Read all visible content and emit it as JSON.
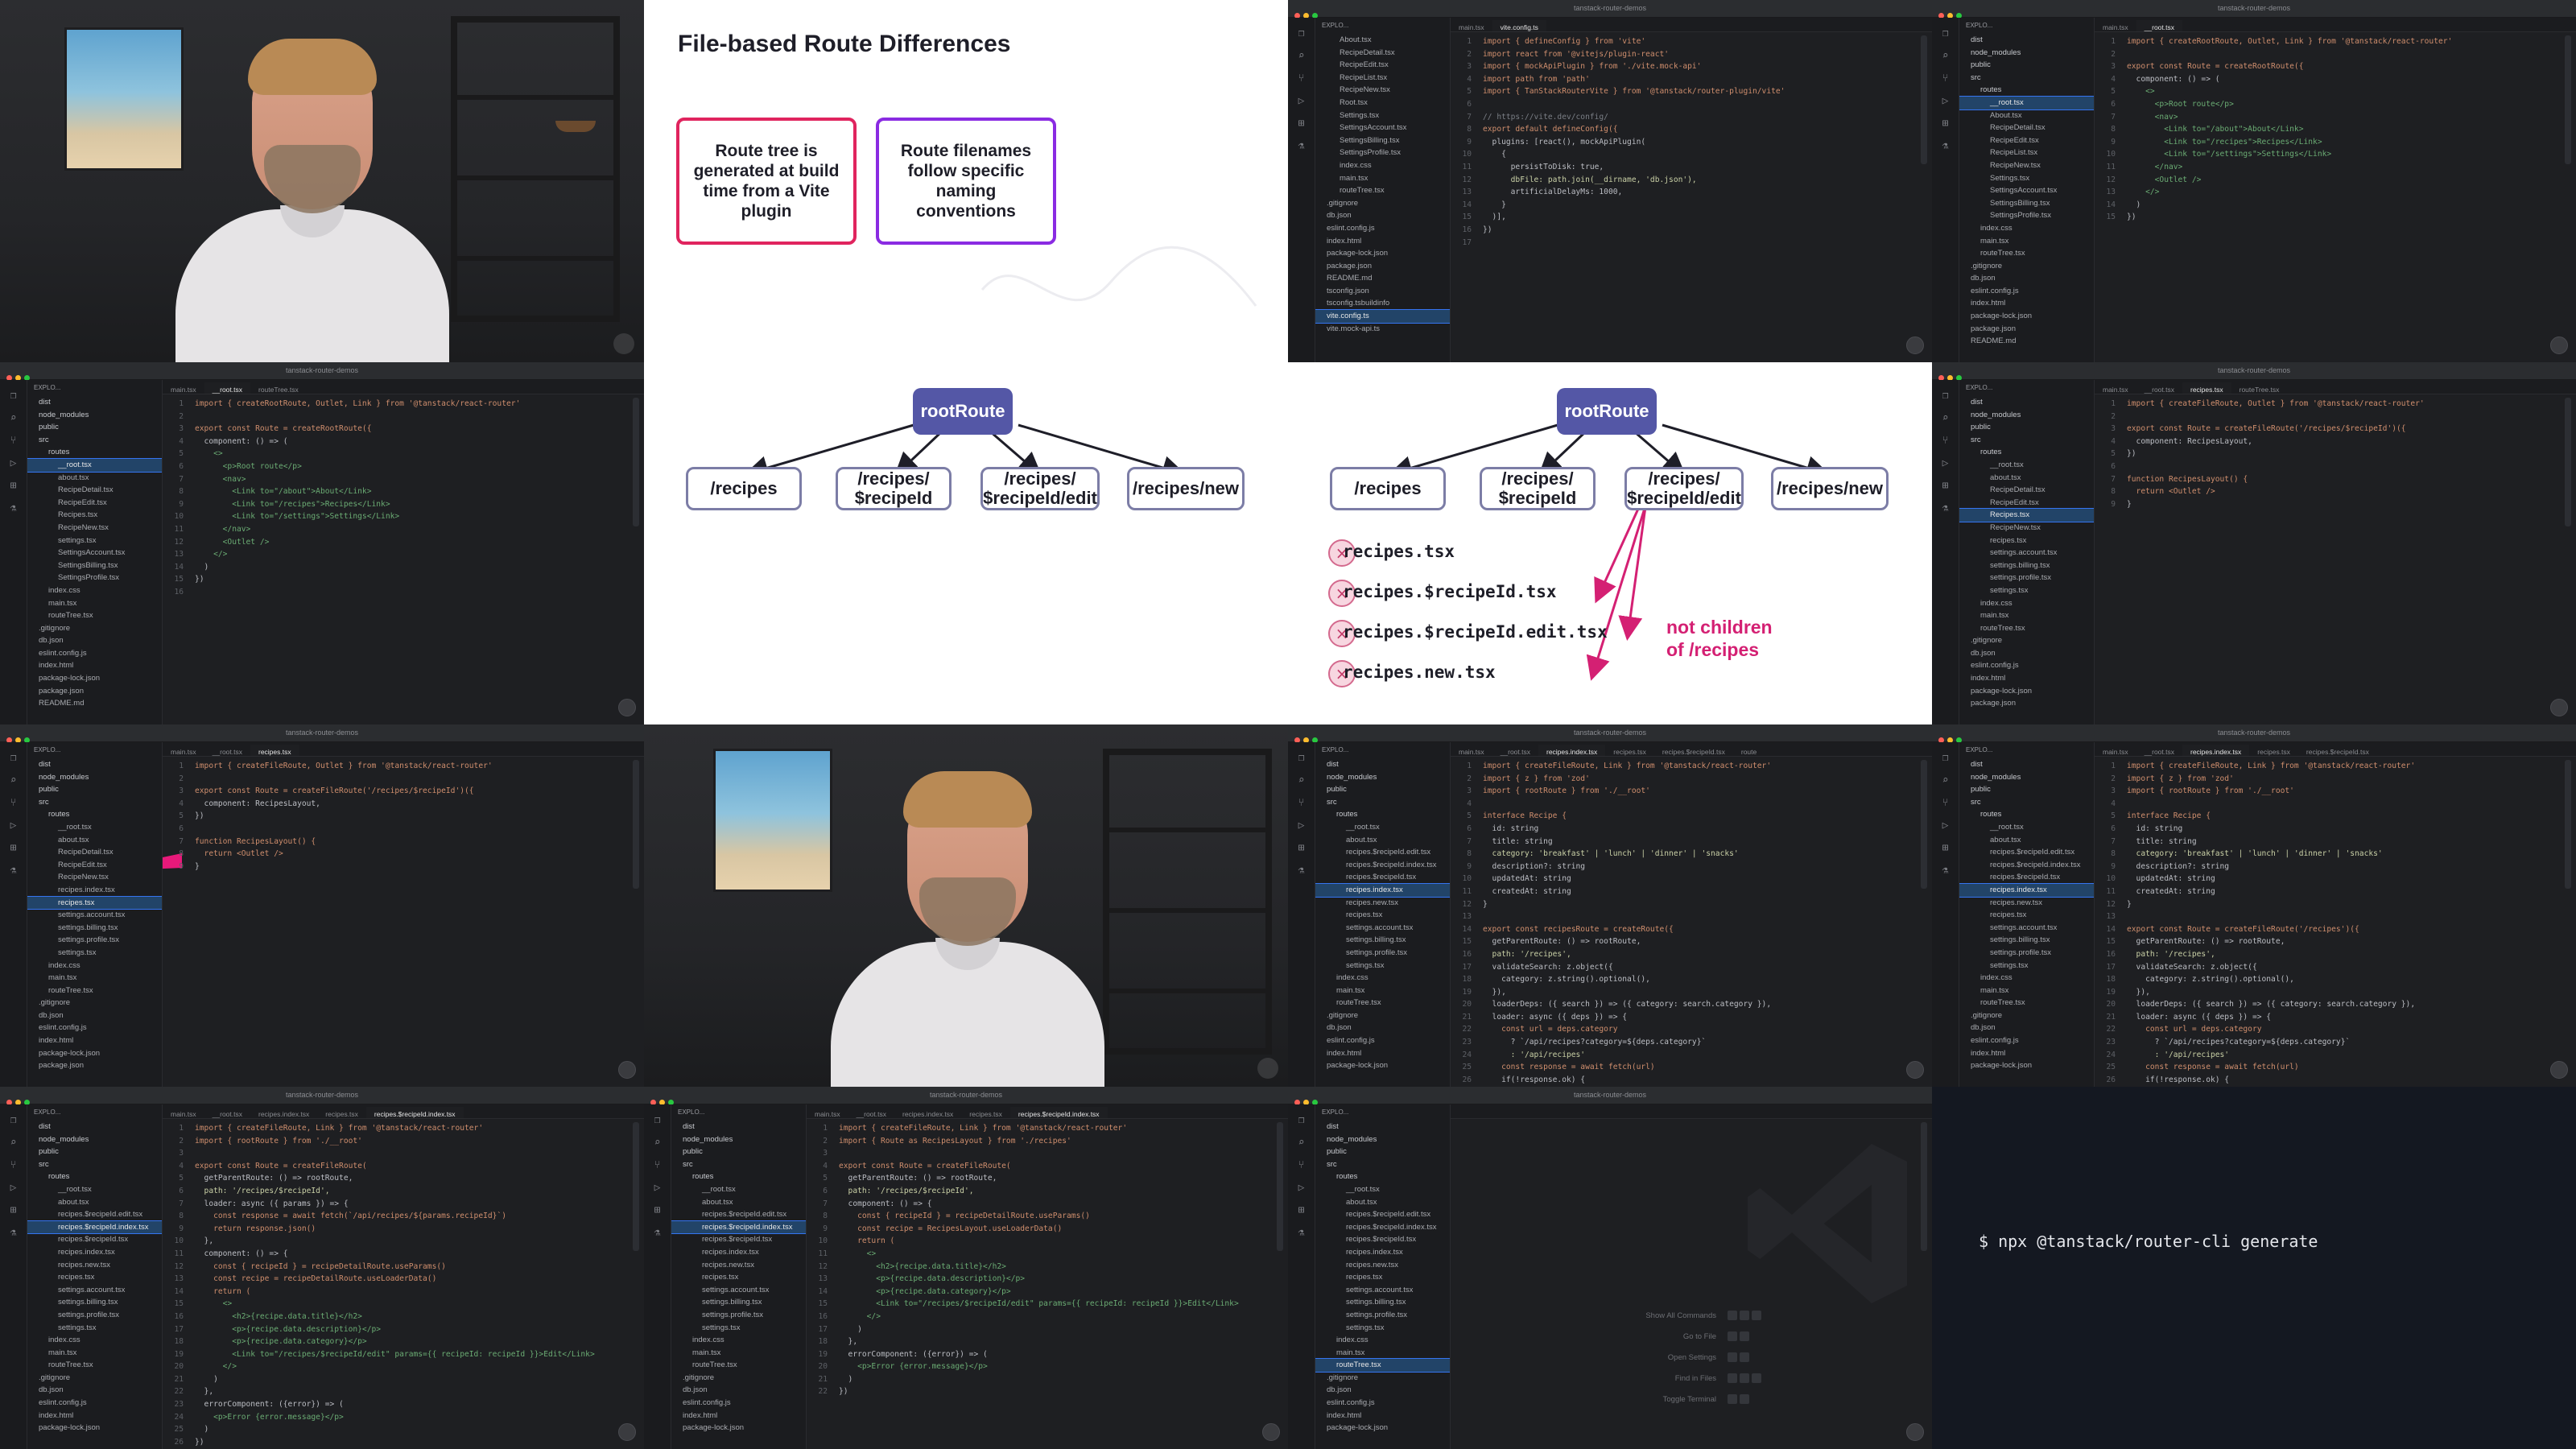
{
  "project": "tanstack-router-demos",
  "slide_title": "File-based Route Differences",
  "slide_boxes": [
    "Route tree is generated at build time from a Vite plugin",
    "Route filenames follow specific naming conventions"
  ],
  "tree_nodes": {
    "root": "rootRoute",
    "children": [
      "/recipes",
      "/recipes/\n$recipeId",
      "/recipes/\n$recipeId/edit",
      "/recipes/new"
    ]
  },
  "file_list": [
    "recipes.tsx",
    "recipes.$recipeId.tsx",
    "recipes.$recipeId.edit.tsx",
    "recipes.new.tsx"
  ],
  "file_list_marker": "×",
  "file_note": "not children\nof /recipes",
  "terminal": {
    "command": "$ npx @tanstack/router-cli generate"
  },
  "welcome_hints": [
    "Show All Commands",
    "Go to File",
    "Open Settings",
    "Find in Files",
    "Toggle Terminal"
  ],
  "sidebar_header": "EXPLO...",
  "colors": {
    "accent_pink": "#d42073",
    "root_node": "#5457a6",
    "editor_bg": "#1e1f22",
    "box_pink": "#e0245e",
    "box_purple": "#8a2be2"
  },
  "editors": [
    {
      "id": "vite-config",
      "tabs": [
        "main.tsx",
        "vite.config.ts"
      ],
      "active_tab": 1,
      "files": [
        "About.tsx",
        "RecipeDetail.tsx",
        "RecipeEdit.tsx",
        "RecipeList.tsx",
        "RecipeNew.tsx",
        "Root.tsx",
        "Settings.tsx",
        "SettingsAccount.tsx",
        "SettingsBilling.tsx",
        "SettingsProfile.tsx",
        "index.css",
        "main.tsx",
        "routeTree.tsx",
        ".gitignore",
        "db.json",
        "eslint.config.js",
        "index.html",
        "package-lock.json",
        "package.json",
        "README.md",
        "tsconfig.json",
        "tsconfig.tsbuildinfo",
        "vite.config.ts",
        "vite.mock-api.ts"
      ],
      "selected_file": 22,
      "code": [
        "import { defineConfig } from 'vite'",
        "import react from '@vitejs/plugin-react'",
        "import { mockApiPlugin } from './vite.mock-api'",
        "import path from 'path'",
        "import { TanStackRouterVite } from '@tanstack/router-plugin/vite'",
        "",
        "// https://vite.dev/config/",
        "export default defineConfig({",
        "  plugins: [react(), mockApiPlugin(",
        "    {",
        "      persistToDisk: true,",
        "      dbFile: path.join(__dirname, 'db.json'),",
        "      artificialDelayMs: 1000,",
        "    }",
        "  )],",
        "})",
        ""
      ]
    },
    {
      "id": "root-a",
      "tabs": [
        "main.tsx",
        "__root.tsx"
      ],
      "active_tab": 1,
      "files": [
        "dist",
        "node_modules",
        "public",
        "src",
        "routes",
        "__root.tsx",
        "About.tsx",
        "RecipeDetail.tsx",
        "RecipeEdit.tsx",
        "RecipeList.tsx",
        "RecipeNew.tsx",
        "Settings.tsx",
        "SettingsAccount.tsx",
        "SettingsBilling.tsx",
        "SettingsProfile.tsx",
        "index.css",
        "main.tsx",
        "routeTree.tsx",
        ".gitignore",
        "db.json",
        "eslint.config.js",
        "index.html",
        "package-lock.json",
        "package.json",
        "README.md"
      ],
      "selected_file": 5,
      "code": [
        "import { createRootRoute, Outlet, Link } from '@tanstack/react-router'",
        "",
        "export const Route = createRootRoute({",
        "  component: () => (",
        "    <>",
        "      <p>Root route</p>",
        "      <nav>",
        "        <Link to=\"/about\">About</Link>",
        "        <Link to=\"/recipes\">Recipes</Link>",
        "        <Link to=\"/settings\">Settings</Link>",
        "      </nav>",
        "      <Outlet />",
        "    </>",
        "  )",
        "})"
      ]
    },
    {
      "id": "root-b",
      "tabs": [
        "main.tsx",
        "__root.tsx",
        "routeTree.tsx"
      ],
      "active_tab": 1,
      "files": [
        "dist",
        "node_modules",
        "public",
        "src",
        "routes",
        "__root.tsx",
        "about.tsx",
        "RecipeDetail.tsx",
        "RecipeEdit.tsx",
        "Recipes.tsx",
        "RecipeNew.tsx",
        "settings.tsx",
        "SettingsAccount.tsx",
        "SettingsBilling.tsx",
        "SettingsProfile.tsx",
        "index.css",
        "main.tsx",
        "routeTree.tsx",
        ".gitignore",
        "db.json",
        "eslint.config.js",
        "index.html",
        "package-lock.json",
        "package.json",
        "README.md"
      ],
      "selected_file": 5,
      "code": [
        "import { createRootRoute, Outlet, Link } from '@tanstack/react-router'",
        "",
        "export const Route = createRootRoute({",
        "  component: () => (",
        "    <>",
        "      <p>Root route</p>",
        "      <nav>",
        "        <Link to=\"/about\">About</Link>",
        "        <Link to=\"/recipes\">Recipes</Link>",
        "        <Link to=\"/settings\">Settings</Link>",
        "      </nav>",
        "      <Outlet />",
        "    </>",
        "  )",
        "})",
        ""
      ]
    },
    {
      "id": "recipes-a",
      "tabs": [
        "main.tsx",
        "__root.tsx",
        "recipes.tsx",
        "routeTree.tsx"
      ],
      "active_tab": 2,
      "files": [
        "dist",
        "node_modules",
        "public",
        "src",
        "routes",
        "__root.tsx",
        "about.tsx",
        "RecipeDetail.tsx",
        "RecipeEdit.tsx",
        "Recipes.tsx",
        "RecipeNew.tsx",
        "recipes.tsx",
        "settings.account.tsx",
        "settings.billing.tsx",
        "settings.profile.tsx",
        "settings.tsx",
        "index.css",
        "main.tsx",
        "routeTree.tsx",
        ".gitignore",
        "db.json",
        "eslint.config.js",
        "index.html",
        "package-lock.json",
        "package.json"
      ],
      "selected_file": 9,
      "code": [
        "import { createFileRoute, Outlet } from '@tanstack/react-router'",
        "",
        "export const Route = createFileRoute('/recipes/$recipeId')({",
        "  component: RecipesLayout,",
        "})",
        "",
        "function RecipesLayout() {",
        "  return <Outlet />",
        "}"
      ]
    },
    {
      "id": "recipes-b",
      "tabs": [
        "main.tsx",
        "__root.tsx",
        "recipes.tsx"
      ],
      "active_tab": 2,
      "files": [
        "dist",
        "node_modules",
        "public",
        "src",
        "routes",
        "__root.tsx",
        "about.tsx",
        "RecipeDetail.tsx",
        "RecipeEdit.tsx",
        "RecipeNew.tsx",
        "recipes.index.tsx",
        "recipes.tsx",
        "settings.account.tsx",
        "settings.billing.tsx",
        "settings.profile.tsx",
        "settings.tsx",
        "index.css",
        "main.tsx",
        "routeTree.tsx",
        ".gitignore",
        "db.json",
        "eslint.config.js",
        "index.html",
        "package-lock.json",
        "package.json"
      ],
      "selected_file": 11,
      "code": [
        "import { createFileRoute, Outlet } from '@tanstack/react-router'",
        "",
        "export const Route = createFileRoute('/recipes/$recipeId')({",
        "  component: RecipesLayout,",
        "})",
        "",
        "function RecipesLayout() {",
        "  return <Outlet />",
        "}"
      ]
    },
    {
      "id": "index-a",
      "tabs": [
        "main.tsx",
        "__root.tsx",
        "recipes.index.tsx",
        "recipes.tsx",
        "recipes.$recipeId.tsx",
        "route"
      ],
      "active_tab": 2,
      "files": [
        "dist",
        "node_modules",
        "public",
        "src",
        "routes",
        "__root.tsx",
        "about.tsx",
        "recipes.$recipeId.edit.tsx",
        "recipes.$recipeId.index.tsx",
        "recipes.$recipeId.tsx",
        "recipes.index.tsx",
        "recipes.new.tsx",
        "recipes.tsx",
        "settings.account.tsx",
        "settings.billing.tsx",
        "settings.profile.tsx",
        "settings.tsx",
        "index.css",
        "main.tsx",
        "routeTree.tsx",
        ".gitignore",
        "db.json",
        "eslint.config.js",
        "index.html",
        "package-lock.json"
      ],
      "selected_file": 10,
      "code": [
        "import { createFileRoute, Link } from '@tanstack/react-router'",
        "import { z } from 'zod'",
        "import { rootRoute } from './__root'",
        "",
        "interface Recipe {",
        "  id: string",
        "  title: string",
        "  category: 'breakfast' | 'lunch' | 'dinner' | 'snacks'",
        "  description?: string",
        "  updatedAt: string",
        "  createdAt: string",
        "}",
        "",
        "export const recipesRoute = createRoute({",
        "  getParentRoute: () => rootRoute,",
        "  path: '/recipes',",
        "  validateSearch: z.object({",
        "    category: z.string().optional(),",
        "  }),",
        "  loaderDeps: ({ search }) => ({ category: search.category }),",
        "  loader: async ({ deps }) => {",
        "    const url = deps.category",
        "      ? `/api/recipes?category=${deps.category}`",
        "      : '/api/recipes'",
        "    const response = await fetch(url)",
        "    if(!response.ok) {"
      ]
    },
    {
      "id": "index-b",
      "tabs": [
        "main.tsx",
        "__root.tsx",
        "recipes.index.tsx",
        "recipes.tsx",
        "recipes.$recipeId.tsx"
      ],
      "active_tab": 2,
      "files": [
        "dist",
        "node_modules",
        "public",
        "src",
        "routes",
        "__root.tsx",
        "about.tsx",
        "recipes.$recipeId.edit.tsx",
        "recipes.$recipeId.index.tsx",
        "recipes.$recipeId.tsx",
        "recipes.index.tsx",
        "recipes.new.tsx",
        "recipes.tsx",
        "settings.account.tsx",
        "settings.billing.tsx",
        "settings.profile.tsx",
        "settings.tsx",
        "index.css",
        "main.tsx",
        "routeTree.tsx",
        ".gitignore",
        "db.json",
        "eslint.config.js",
        "index.html",
        "package-lock.json"
      ],
      "selected_file": 10,
      "code": [
        "import { createFileRoute, Link } from '@tanstack/react-router'",
        "import { z } from 'zod'",
        "import { rootRoute } from './__root'",
        "",
        "interface Recipe {",
        "  id: string",
        "  title: string",
        "  category: 'breakfast' | 'lunch' | 'dinner' | 'snacks'",
        "  description?: string",
        "  updatedAt: string",
        "  createdAt: string",
        "}",
        "",
        "export const Route = createFileRoute('/recipes')({",
        "  getParentRoute: () => rootRoute,",
        "  path: '/recipes',",
        "  validateSearch: z.object({",
        "    category: z.string().optional(),",
        "  }),",
        "  loaderDeps: ({ search }) => ({ category: search.category }),",
        "  loader: async ({ deps }) => {",
        "    const url = deps.category",
        "      ? `/api/recipes?category=${deps.category}`",
        "      : '/api/recipes'",
        "    const response = await fetch(url)",
        "    if(!response.ok) {"
      ]
    },
    {
      "id": "detail-a",
      "tabs": [
        "main.tsx",
        "__root.tsx",
        "recipes.index.tsx",
        "recipes.tsx",
        "recipes.$recipeId.index.tsx"
      ],
      "active_tab": 4,
      "files": [
        "dist",
        "node_modules",
        "public",
        "src",
        "routes",
        "__root.tsx",
        "about.tsx",
        "recipes.$recipeId.edit.tsx",
        "recipes.$recipeId.index.tsx",
        "recipes.$recipeId.tsx",
        "recipes.index.tsx",
        "recipes.new.tsx",
        "recipes.tsx",
        "settings.account.tsx",
        "settings.billing.tsx",
        "settings.profile.tsx",
        "settings.tsx",
        "index.css",
        "main.tsx",
        "routeTree.tsx",
        ".gitignore",
        "db.json",
        "eslint.config.js",
        "index.html",
        "package-lock.json"
      ],
      "selected_file": 8,
      "code": [
        "import { createFileRoute, Link } from '@tanstack/react-router'",
        "import { rootRoute } from './__root'",
        "",
        "export const Route = createFileRoute(",
        "  getParentRoute: () => rootRoute,",
        "  path: '/recipes/$recipeId',",
        "  loader: async ({ params }) => {",
        "    const response = await fetch(`/api/recipes/${params.recipeId}`)",
        "    return response.json()",
        "  },",
        "  component: () => {",
        "    const { recipeId } = recipeDetailRoute.useParams()",
        "    const recipe = recipeDetailRoute.useLoaderData()",
        "    return (",
        "      <>",
        "        <h2>{recipe.data.title}</h2>",
        "        <p>{recipe.data.description}</p>",
        "        <p>{recipe.data.category}</p>",
        "        <Link to=\"/recipes/$recipeId/edit\" params={{ recipeId: recipeId }}>Edit</Link>",
        "      </>",
        "    )",
        "  },",
        "  errorComponent: ({error}) => (",
        "    <p>Error {error.message}</p>",
        "  )",
        "})"
      ]
    },
    {
      "id": "detail-b",
      "tabs": [
        "main.tsx",
        "__root.tsx",
        "recipes.index.tsx",
        "recipes.tsx",
        "recipes.$recipeId.index.tsx"
      ],
      "active_tab": 4,
      "files": [
        "dist",
        "node_modules",
        "public",
        "src",
        "routes",
        "__root.tsx",
        "about.tsx",
        "recipes.$recipeId.edit.tsx",
        "recipes.$recipeId.index.tsx",
        "recipes.$recipeId.tsx",
        "recipes.index.tsx",
        "recipes.new.tsx",
        "recipes.tsx",
        "settings.account.tsx",
        "settings.billing.tsx",
        "settings.profile.tsx",
        "settings.tsx",
        "index.css",
        "main.tsx",
        "routeTree.tsx",
        ".gitignore",
        "db.json",
        "eslint.config.js",
        "index.html",
        "package-lock.json"
      ],
      "selected_file": 8,
      "code": [
        "import { createFileRoute, Link } from '@tanstack/react-router'",
        "import { Route as RecipesLayout } from './recipes'",
        "",
        "export const Route = createFileRoute(",
        "  getParentRoute: () => rootRoute,",
        "  path: '/recipes/$recipeId',",
        "  component: () => {",
        "    const { recipeId } = recipeDetailRoute.useParams()",
        "    const recipe = RecipesLayout.useLoaderData()",
        "    return (",
        "      <>",
        "        <h2>{recipe.data.title}</h2>",
        "        <p>{recipe.data.description}</p>",
        "        <p>{recipe.data.category}</p>",
        "        <Link to=\"/recipes/$recipeId/edit\" params={{ recipeId: recipeId }}>Edit</Link>",
        "      </>",
        "    )",
        "  },",
        "  errorComponent: ({error}) => (",
        "    <p>Error {error.message}</p>",
        "  )",
        "})"
      ]
    },
    {
      "id": "welcome",
      "tabs": [],
      "active_tab": -1,
      "files": [
        "dist",
        "node_modules",
        "public",
        "src",
        "routes",
        "__root.tsx",
        "about.tsx",
        "recipes.$recipeId.edit.tsx",
        "recipes.$recipeId.index.tsx",
        "recipes.$recipeId.tsx",
        "recipes.index.tsx",
        "recipes.new.tsx",
        "recipes.tsx",
        "settings.account.tsx",
        "settings.billing.tsx",
        "settings.profile.tsx",
        "settings.tsx",
        "index.css",
        "main.tsx",
        "routeTree.tsx",
        ".gitignore",
        "db.json",
        "eslint.config.js",
        "index.html",
        "package-lock.json"
      ],
      "selected_file": 19,
      "code": []
    }
  ]
}
